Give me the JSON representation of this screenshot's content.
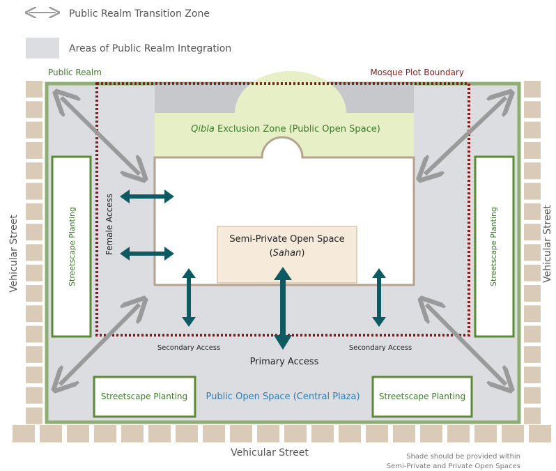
{
  "legend": {
    "transition_zone": "Public Realm Transition Zone",
    "integration_areas": "Areas of Public Realm  Integration"
  },
  "labels": {
    "public_realm": "Public Realm",
    "mosque_plot_boundary": "Mosque Plot Boundary",
    "qibla_word": "Qibla",
    "qibla_rest": " Exclusion Zone (Public Open Space)",
    "sahan_title": "Semi-Private Open Space",
    "sahan_sub_open": "(",
    "sahan_sub_word": "Sahan",
    "sahan_sub_close": ")",
    "female_access": "Female Access",
    "streetscape_planting": "Streetscape Planting",
    "secondary_access": "Secondary Access",
    "primary_access": "Primary Access",
    "public_open_space": "Public Open Space (Central Plaza)",
    "vehicular_street": "Vehicular Street",
    "shade_note_line1": "Shade should be provided within",
    "shade_note_line2": "Semi-Private and Private Open Spaces"
  },
  "colors": {
    "public_realm_border": "#8fae73",
    "boundary_red": "#8b1a1a",
    "gray_fill": "#dcdde0",
    "qibla_fill": "#e6efc6",
    "sahan_fill": "#f6eadb",
    "teal_arrow": "#0d5a63",
    "gray_arrow": "#9a9a9a",
    "planting_border": "#5b8a35",
    "tile": "#d9cbb7",
    "blue_text": "#2b7db5",
    "green_text": "#3d7a2a"
  }
}
